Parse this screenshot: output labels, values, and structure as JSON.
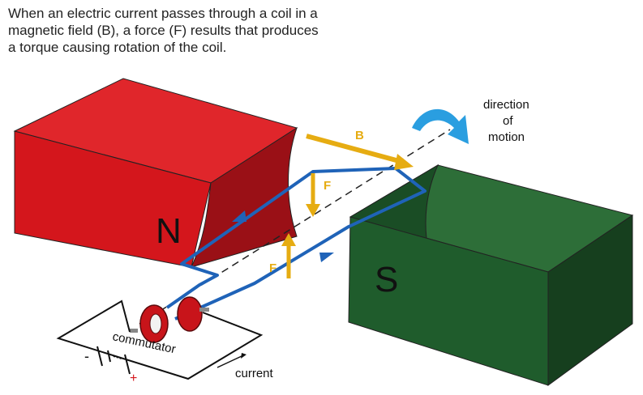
{
  "caption": {
    "line1": "When an electric current passes through a coil in a",
    "line2": "magnetic field (B), a force (F) results that produces",
    "line3": "a torque causing rotation of the coil."
  },
  "labels": {
    "north": "N",
    "south": "S",
    "field": "B",
    "force_top": "F",
    "force_bottom": "F",
    "motion_line1": "direction",
    "motion_line2": "of",
    "motion_line3": "motion",
    "commutator": "commutator",
    "current": "current",
    "plus": "+",
    "minus": "-"
  },
  "colors": {
    "north_magnet": "#d4161c",
    "south_magnet": "#1f5c2c",
    "coil": "#1f63b8",
    "field_force": "#e6ac12",
    "motion_arrow": "#2a9ee0",
    "commutator": "#c8141a"
  }
}
